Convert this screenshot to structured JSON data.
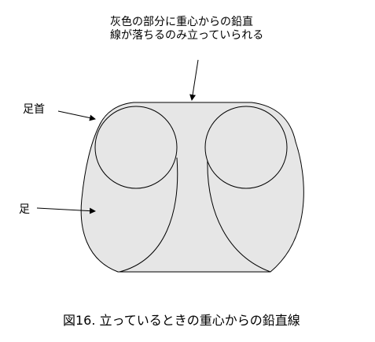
{
  "note": {
    "line1": "灰色の部分に重心からの鉛直",
    "line2": "線が落ちるのみ立っていられる"
  },
  "labels": {
    "ankle": "足首",
    "foot": "足"
  },
  "caption": "図16. 立っているときの重心からの鉛直線",
  "colors": {
    "shading": "#e6e6e6",
    "stroke": "#000000",
    "background": "#ffffff"
  }
}
